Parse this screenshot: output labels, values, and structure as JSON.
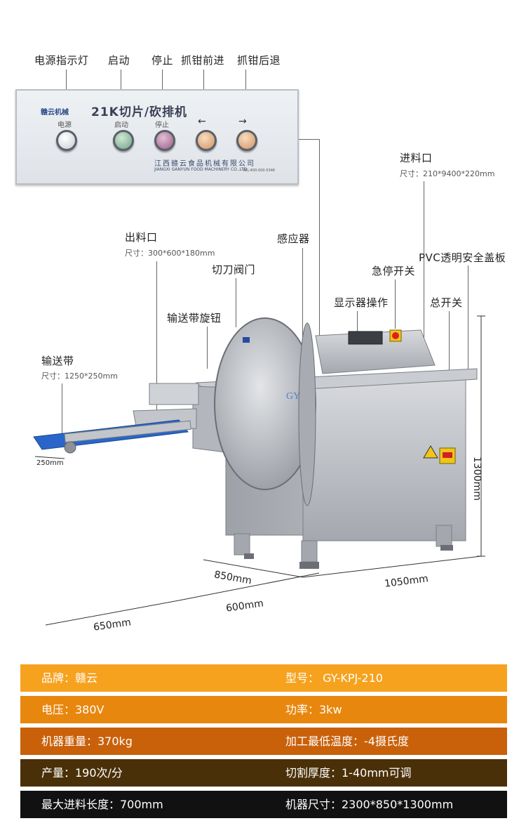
{
  "top_labels": {
    "power_light": "电源指示灯",
    "start": "启动",
    "stop": "停止",
    "forward": "抓钳前进",
    "backward": "抓钳后退"
  },
  "panel": {
    "logo": "赣云机械",
    "title": "21K切片/砍排机",
    "btn_power": "电源",
    "btn_start": "启动",
    "btn_stop": "停止",
    "company": "江西赣云食品机械有限公司",
    "company_en": "JIANGXI GANYUN FOOD MACHINERY CO.,LTD",
    "tel": "TEL:400-000-5346",
    "arrow_left": "←",
    "arrow_right": "→"
  },
  "callouts": {
    "inlet": "进料口",
    "inlet_size": "尺寸：210*9400*220mm",
    "outlet": "出料口",
    "outlet_size": "尺寸：300*600*180mm",
    "sensor": "感应器",
    "blade_door": "切刀阀门",
    "pvc_cover": "PVC透明安全盖板",
    "emergency_stop": "急停开关",
    "display": "显示器操作",
    "main_switch": "总开关",
    "belt_knob": "输送带旋钮",
    "conveyor": "输送带",
    "conveyor_size": "尺寸：1250*250mm"
  },
  "dimensions": {
    "belt_width": "250mm",
    "height": "1300mm",
    "depth": "850mm",
    "length": "1050mm",
    "section_600": "600mm",
    "section_650": "650mm"
  },
  "specs": [
    {
      "left": "品牌：赣云",
      "right": "型号：  GY-KPJ-210",
      "color": "#f6a21e"
    },
    {
      "left": "电压：380V",
      "right": "功率：3kw",
      "color": "#e8870e"
    },
    {
      "left": "机器重量：370kg",
      "right": "加工最低温度：-4摄氏度",
      "color": "#c9610b"
    },
    {
      "left": "产量：190次/分",
      "right": "切割厚度：1-40mm可调",
      "color": "#4a3008"
    },
    {
      "left": "最大进料长度：700mm",
      "right": "机器尺寸：2300*850*1300mm",
      "color": "#111111"
    }
  ],
  "colors": {
    "steel": "#b9bcc2",
    "belt": "#2a66c9",
    "estop": "#e02020"
  }
}
